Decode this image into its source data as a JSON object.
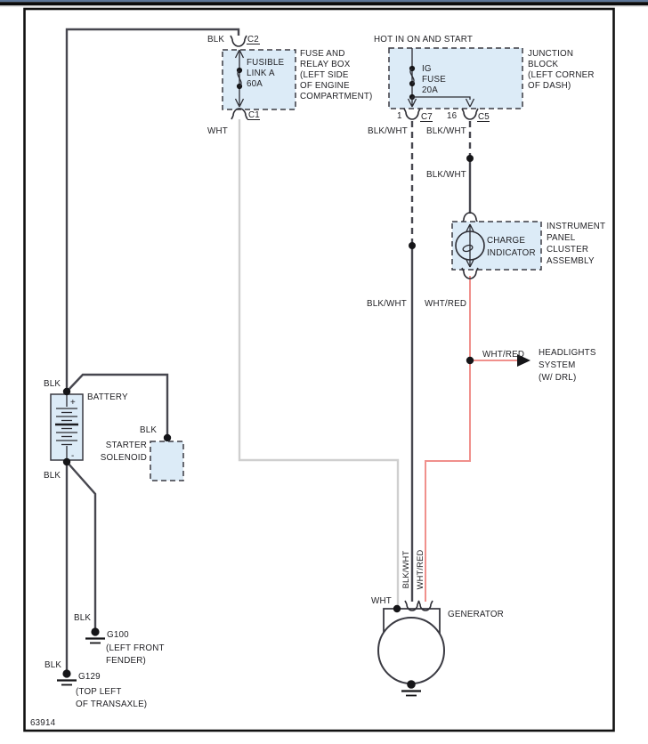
{
  "frame": {
    "figure_number": "63914"
  },
  "colors": {
    "wire_dark": "#47474f",
    "wire_white": "#cfcfcf",
    "wire_red": "#f0908c",
    "component_fill": "#dcebf7",
    "top_bar_blue": "#5d7698",
    "top_bar_black": "#0c0c0c"
  },
  "fuse_relay_box": {
    "wire_in": "BLK",
    "c2": "C2",
    "component_line1": "FUSIBLE",
    "component_line2": "LINK A",
    "component_line3": "60A",
    "label_line1": "FUSE AND",
    "label_line2": "RELAY BOX",
    "label_line3": "(LEFT SIDE",
    "label_line4": "OF ENGINE",
    "label_line5": "COMPARTMENT)",
    "c1": "C1",
    "wire_out": "WHT"
  },
  "junction_block": {
    "header": "HOT IN ON AND START",
    "fuse_line1": "IG",
    "fuse_line2": "FUSE",
    "fuse_line3": "20A",
    "label_line1": "JUNCTION",
    "label_line2": "BLOCK",
    "label_line3": "(LEFT CORNER",
    "label_line4": "OF DASH)",
    "pin_1": "1",
    "c7": "C7",
    "pin_16": "16",
    "c5": "C5",
    "wire_c7": "BLK/WHT",
    "wire_c5": "BLK/WHT"
  },
  "cluster": {
    "wire_in": "BLK/WHT",
    "component_line1": "CHARGE",
    "component_line2": "INDICATOR",
    "label_line1": "INSTRUMENT",
    "label_line2": "PANEL",
    "label_line3": "CLUSTER",
    "label_line4": "ASSEMBLY"
  },
  "mid_wires": {
    "blk_wht": "BLK/WHT",
    "wht_red": "WHT/RED"
  },
  "headlights": {
    "wire": "WHT/RED",
    "label_line1": "HEADLIGHTS",
    "label_line2": "SYSTEM",
    "label_line3": "(W/ DRL)"
  },
  "battery": {
    "label": "BATTERY",
    "plus": "+",
    "minus": "-",
    "wire_top": "BLK",
    "wire_bottom": "BLK"
  },
  "starter_solenoid": {
    "wire": "BLK",
    "label_line1": "STARTER",
    "label_line2": "SOLENOID"
  },
  "generator": {
    "label": "GENERATOR",
    "wire_wht": "WHT",
    "wire_blk_wht": "BLK/WHT",
    "wire_wht_red": "WHT/RED"
  },
  "grounds": {
    "g100_wire": "BLK",
    "g100_name": "G100",
    "g100_loc1": "(LEFT FRONT",
    "g100_loc2": "FENDER)",
    "g129_wire": "BLK",
    "g129_name": "G129",
    "g129_loc1": "(TOP LEFT",
    "g129_loc2": "OF TRANSAXLE)"
  }
}
